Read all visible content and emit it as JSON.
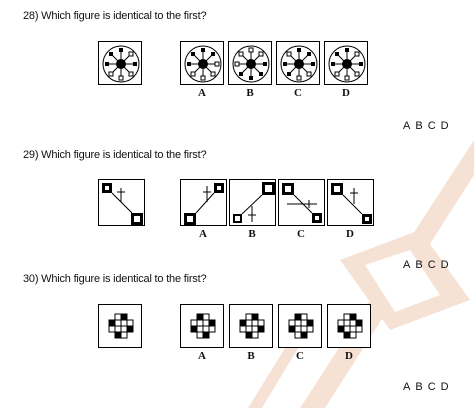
{
  "questions": [
    {
      "number_title": "28) Which figure is identical to the first?",
      "option_labels": [
        "A",
        "B",
        "C",
        "D"
      ],
      "answer_choices": [
        "A",
        "B",
        "C",
        "D"
      ]
    },
    {
      "number_title": "29) Which figure is identical to the first?",
      "option_labels": [
        "A",
        "B",
        "C",
        "D"
      ],
      "answer_choices": [
        "A",
        "B",
        "C",
        "D"
      ]
    },
    {
      "number_title": "30) Which figure is identical to the first?",
      "option_labels": [
        "A",
        "B",
        "C",
        "D"
      ],
      "answer_choices": [
        "A",
        "B",
        "C",
        "D"
      ]
    }
  ],
  "colors": {
    "ink": "#000000",
    "watermark": "#f3d9c8"
  }
}
